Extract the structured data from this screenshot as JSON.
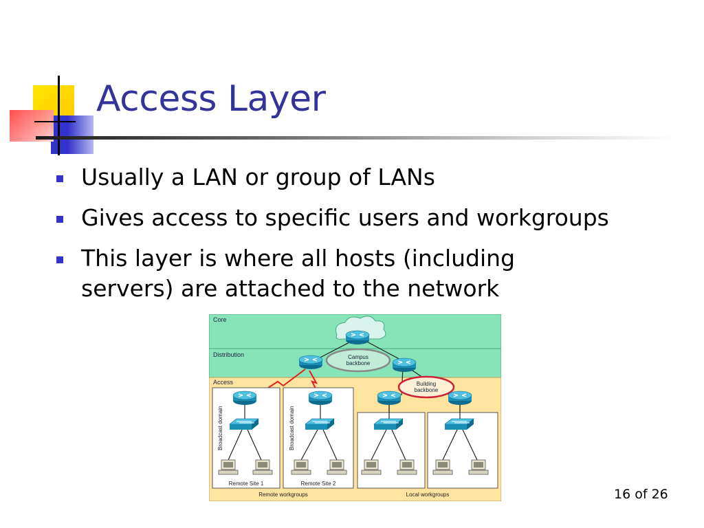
{
  "slide": {
    "title": "Access Layer",
    "bullets": [
      "Usually a LAN or group of LANs",
      "Gives access to specific users and workgroups",
      "This layer is where all hosts (including servers) are attached to the network"
    ],
    "page_number": "16 of 26"
  },
  "diagram": {
    "layers": {
      "core": "Core",
      "distribution": "Distribution",
      "access": "Access"
    },
    "campus_backbone": [
      "Campus",
      "backbone"
    ],
    "building_backbone": [
      "Building",
      "backbone"
    ],
    "broadcast_domain": "Broadcast domain",
    "remote_site_1": "Remote Site 1",
    "remote_site_2": "Remote Site 2",
    "remote_workgroups": "Remote workgroups",
    "local_workgroups": "Local workgroups"
  },
  "colors": {
    "title": "#333399",
    "bullet": "#3333cc",
    "core_band": "#86e4b8",
    "access_band": "#ffe4a0",
    "router": "#1a8fb8",
    "building_ring": "#cc2233"
  }
}
